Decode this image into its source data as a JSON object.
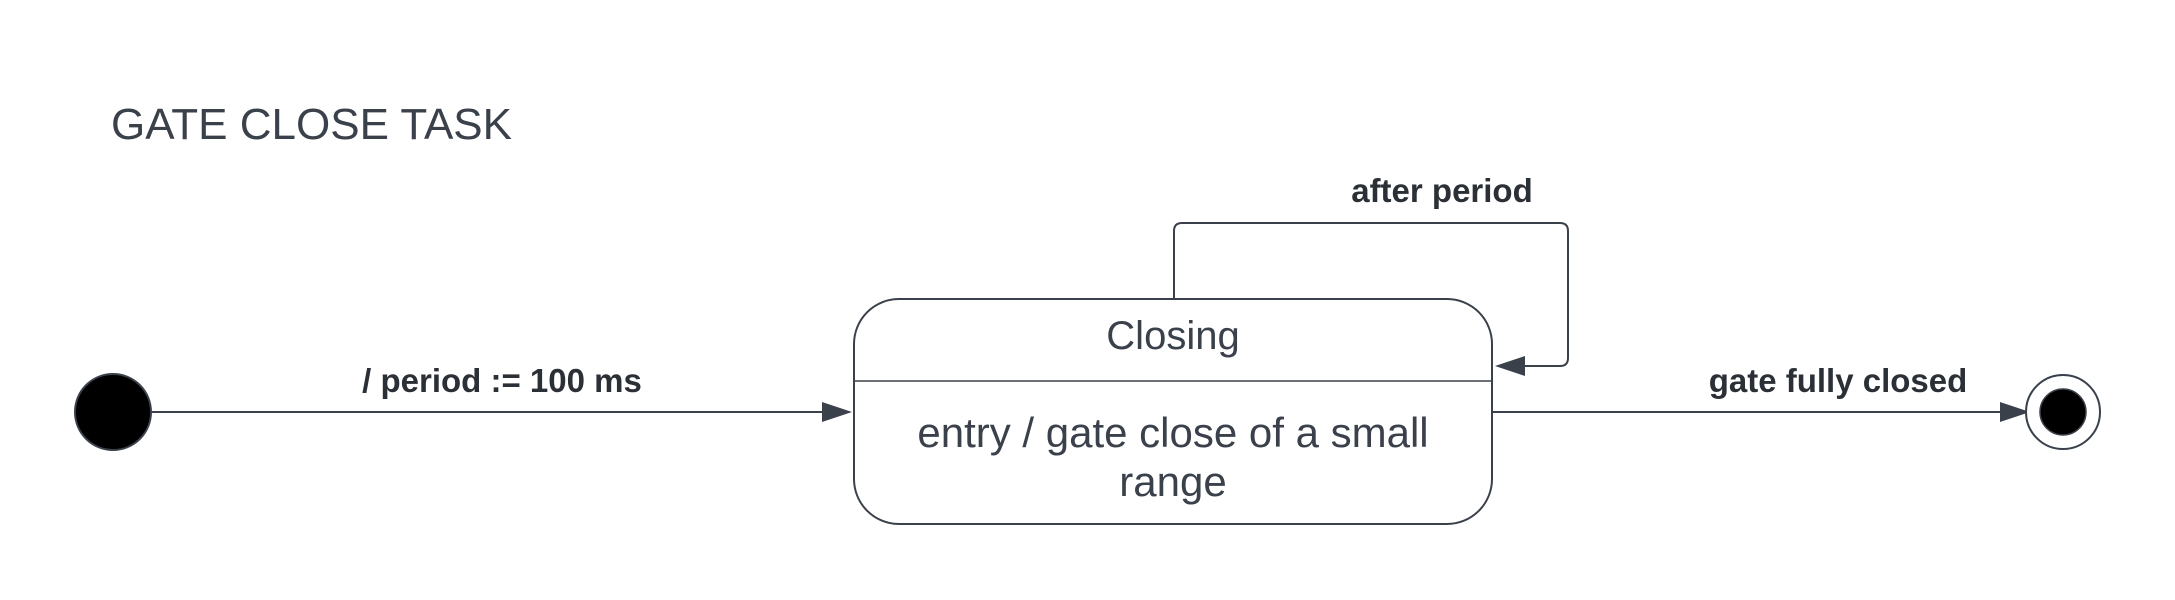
{
  "title": "GATE CLOSE TASK",
  "state": {
    "name": "Closing",
    "action_line1": "entry / gate close of a small",
    "action_line2": "range"
  },
  "transitions": {
    "initial_to_closing": "/ period := 100 ms",
    "self_loop": "after period",
    "closing_to_final": "gate fully closed"
  },
  "colors": {
    "ink": "#3a414a",
    "node_fill": "#000000",
    "background": "#ffffff"
  }
}
